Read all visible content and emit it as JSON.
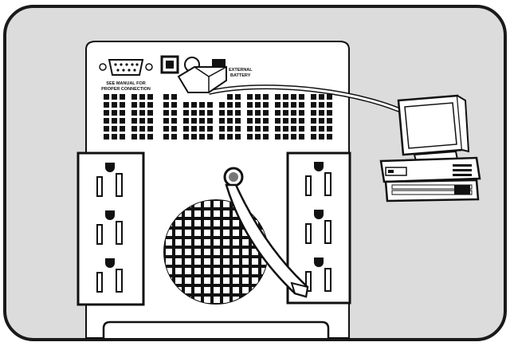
{
  "labels": {
    "serial_port_note_line1": "SEE MANUAL FOR",
    "serial_port_note_line2": "PROPER CONNECTION",
    "battery_port_line1": "EXTERNAL",
    "battery_port_line2": "BATTERY"
  },
  "colors": {
    "frame_fill": "#dcdcdc",
    "frame_stroke": "#1a1a1a",
    "panel_fill": "#ffffff",
    "ink": "#111111"
  },
  "icons": [
    "serial-port-icon",
    "power-outlet-icon",
    "computer-icon",
    "fan-grille-icon",
    "power-cord-icon"
  ]
}
